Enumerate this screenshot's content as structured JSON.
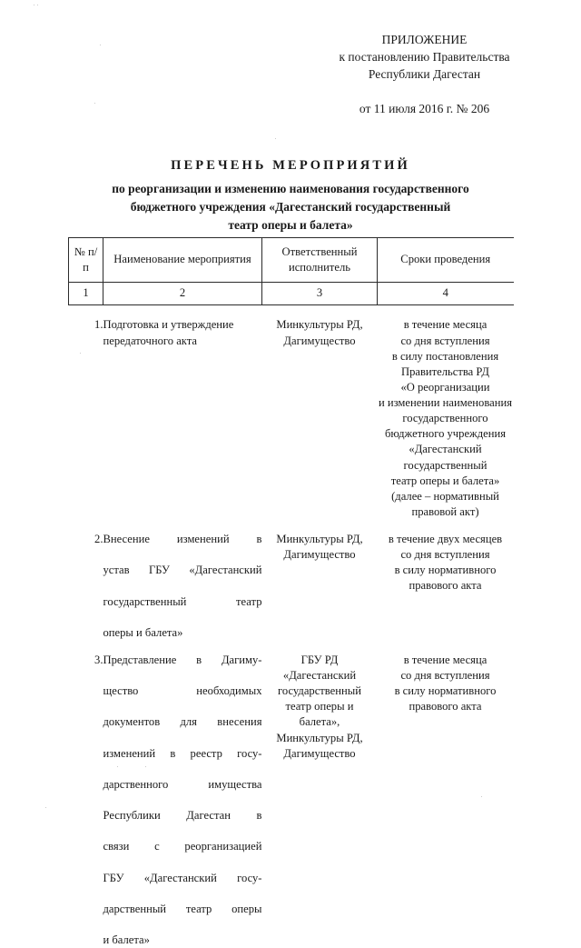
{
  "document": {
    "header": {
      "lines": [
        "ПРИЛОЖЕНИЕ",
        "к постановлению Правительства",
        "Республики Дагестан"
      ],
      "date_line": "от 11 июля 2016 г. № 206"
    },
    "title": {
      "main": "ПЕРЕЧЕНЬ МЕРОПРИЯТИЙ",
      "subtitle_lines": [
        "по реорганизации и изменению наименования государственного",
        "бюджетного учреждения «Дагестанский государственный",
        "театр оперы и балета»"
      ]
    },
    "table": {
      "columns": [
        {
          "header_lines": [
            "№",
            "п/п"
          ],
          "number": "1"
        },
        {
          "header_lines": [
            "Наименование",
            "мероприятия"
          ],
          "number": "2"
        },
        {
          "header_lines": [
            "Ответственный",
            "исполнитель"
          ],
          "number": "3"
        },
        {
          "header_lines": [
            "Сроки проведения"
          ],
          "number": "4"
        }
      ],
      "rows": [
        {
          "num": "1.",
          "description_lines": [
            "Подготовка и утверждение",
            "передаточного акта"
          ],
          "executor_lines": [
            "Минкультуры РД,",
            "Дагимущество"
          ],
          "term_lines": [
            "в течение месяца",
            "со дня вступления",
            "в силу постановления",
            "Правительства РД",
            "«О реорганизации",
            "и изменении наименования",
            "государственного",
            "бюджетного учреждения",
            "«Дагестанский",
            "государственный",
            "театр оперы и балета»",
            "(далее – нормативный",
            "правовой акт)"
          ]
        },
        {
          "num": "2.",
          "description_lines": [
            "Внесение изменений в",
            "устав ГБУ «Дагестанский",
            "государственный театр",
            "оперы и балета»"
          ],
          "executor_lines": [
            "Минкультуры РД,",
            "Дагимущество"
          ],
          "term_lines": [
            "в течение двух месяцев",
            "со дня вступления",
            "в силу нормативного",
            "правового акта"
          ]
        },
        {
          "num": "3.",
          "description_lines": [
            "Представление в Дагиму-",
            "щество необходимых",
            "документов для внесения",
            "изменений в реестр госу-",
            "дарственного имущества",
            "Республики Дагестан в",
            "связи с реорганизацией",
            "ГБУ «Дагестанский госу-",
            "дарственный театр оперы",
            "и балета»"
          ],
          "executor_lines": [
            "ГБУ РД",
            "«Дагестанский",
            "государственный",
            "театр оперы и",
            "балета»,",
            "Минкультуры РД,",
            "Дагимущество"
          ],
          "term_lines": [
            "в течение месяца",
            "со дня вступления",
            "в силу нормативного",
            "правового акта"
          ]
        }
      ]
    }
  }
}
